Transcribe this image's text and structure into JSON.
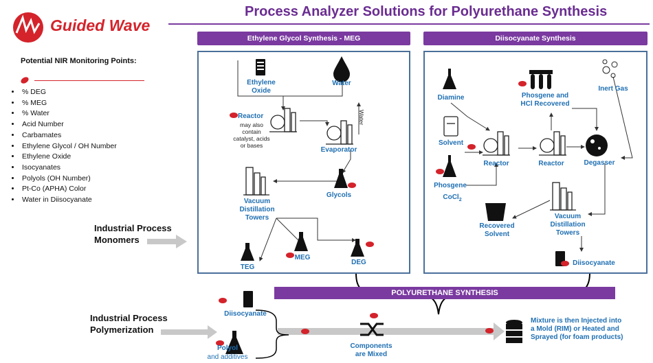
{
  "header": {
    "brand": "Guided Wave",
    "title": "Process Analyzer Solutions for Polyurethane Synthesis"
  },
  "nir": {
    "heading": "Potential NIR Monitoring Points:",
    "items": [
      "% DEG",
      "% MEG",
      "% Water",
      "Acid Number",
      "Carbamates",
      "Ethylene Glycol / OH Number",
      "Ethylene Oxide",
      "Isocyanates",
      "Polyols (OH Number)",
      "Pt-Co (APHA) Color",
      "Water in Diisocyanate"
    ]
  },
  "meg": {
    "header": "Ethylene Glycol Synthesis - MEG",
    "ethylene_oxide": "Ethylene\nOxide",
    "water": "Water",
    "reactor": "Reactor",
    "reactor_note": "may also\ncontain\ncatalyst, acids\nor bases",
    "water_side": "Water",
    "evaporator": "Evaporator",
    "glycols": "Glycols",
    "vacuum": "Vacuum\nDistillation\nTowers",
    "teg": "TEG",
    "meg": "MEG",
    "deg": "DEG"
  },
  "diiso": {
    "header": "Diisocyanate Synthesis",
    "diamine": "Diamine",
    "phosgene_hcl": "Phosgene and\nHCl Recovered",
    "inert_gas": "Inert Gas",
    "solvent": "Solvent",
    "reactor1": "Reactor",
    "reactor2": "Reactor",
    "degasser": "Degasser",
    "phosgene": "Phosgene",
    "cocl": "CoCl",
    "cocl_sub": "2",
    "recovered_solvent": "Recovered\nSolvent",
    "vacuum": "Vacuum\nDistillation\nTowers",
    "diisocyanate": "Diisocyanate"
  },
  "monomers": "Industrial Process\nMonomers",
  "polymerization": "Industrial Process\nPolymerization",
  "pu_bar": "POLYURETHANE SYNTHESIS",
  "bottom": {
    "diisocyanate": "Diisocyanate",
    "polyol": "Polyol",
    "polyol_note": "and additives",
    "components": "Components\nare Mixed",
    "mixture": "Mixture is then Injected into\na Mold (RIM) or Heated and\nSprayed (for foam products)"
  },
  "colors": {
    "purple": "#7a3aa0",
    "red": "#d4232b",
    "blue": "#1f6fb2",
    "panel_border": "#4a6f9a",
    "gray_arrow": "#c8c8c8"
  }
}
